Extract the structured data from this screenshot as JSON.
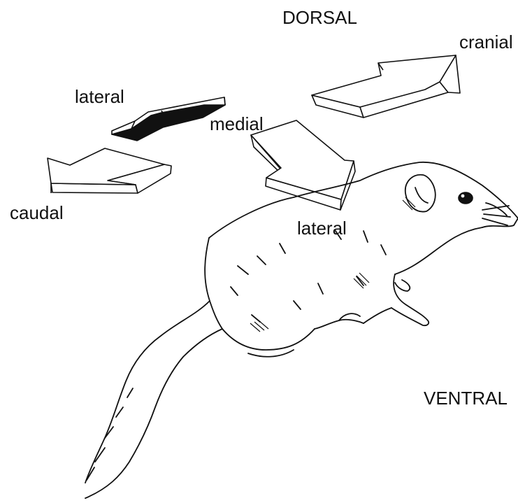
{
  "labels": {
    "dorsal": "DORSAL",
    "cranial": "cranial",
    "lateral_top": "lateral",
    "medial": "medial",
    "caudal": "caudal",
    "lateral_center": "lateral",
    "ventral": "VENTRAL"
  },
  "colors": {
    "ink": "#111111",
    "background": "#ffffff",
    "shaded_face": "#111111"
  },
  "icons": {
    "cranial": "arrow-cranial-icon",
    "caudal": "arrow-caudal-icon",
    "lateral_medial": "arrow-lateral-medial-icon",
    "medial_lateral": "arrow-medial-lateral-icon",
    "animal": "rodent-illustration"
  }
}
